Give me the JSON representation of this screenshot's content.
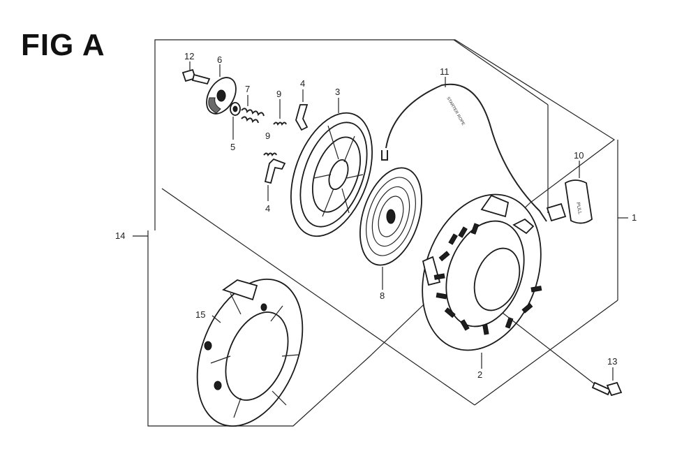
{
  "figure": {
    "title": "FIG A",
    "callouts": {
      "p1": "1",
      "p2": "2",
      "p3": "3",
      "p4a": "4",
      "p4b": "4",
      "p5": "5",
      "p6": "6",
      "p7": "7",
      "p8": "8",
      "p9a": "9",
      "p9b": "9",
      "p10": "10",
      "p11": "11",
      "p12": "12",
      "p13": "13",
      "p14": "14",
      "p15": "15"
    },
    "rope_print": "STARTER ROPE",
    "grip_print": "PULL"
  }
}
